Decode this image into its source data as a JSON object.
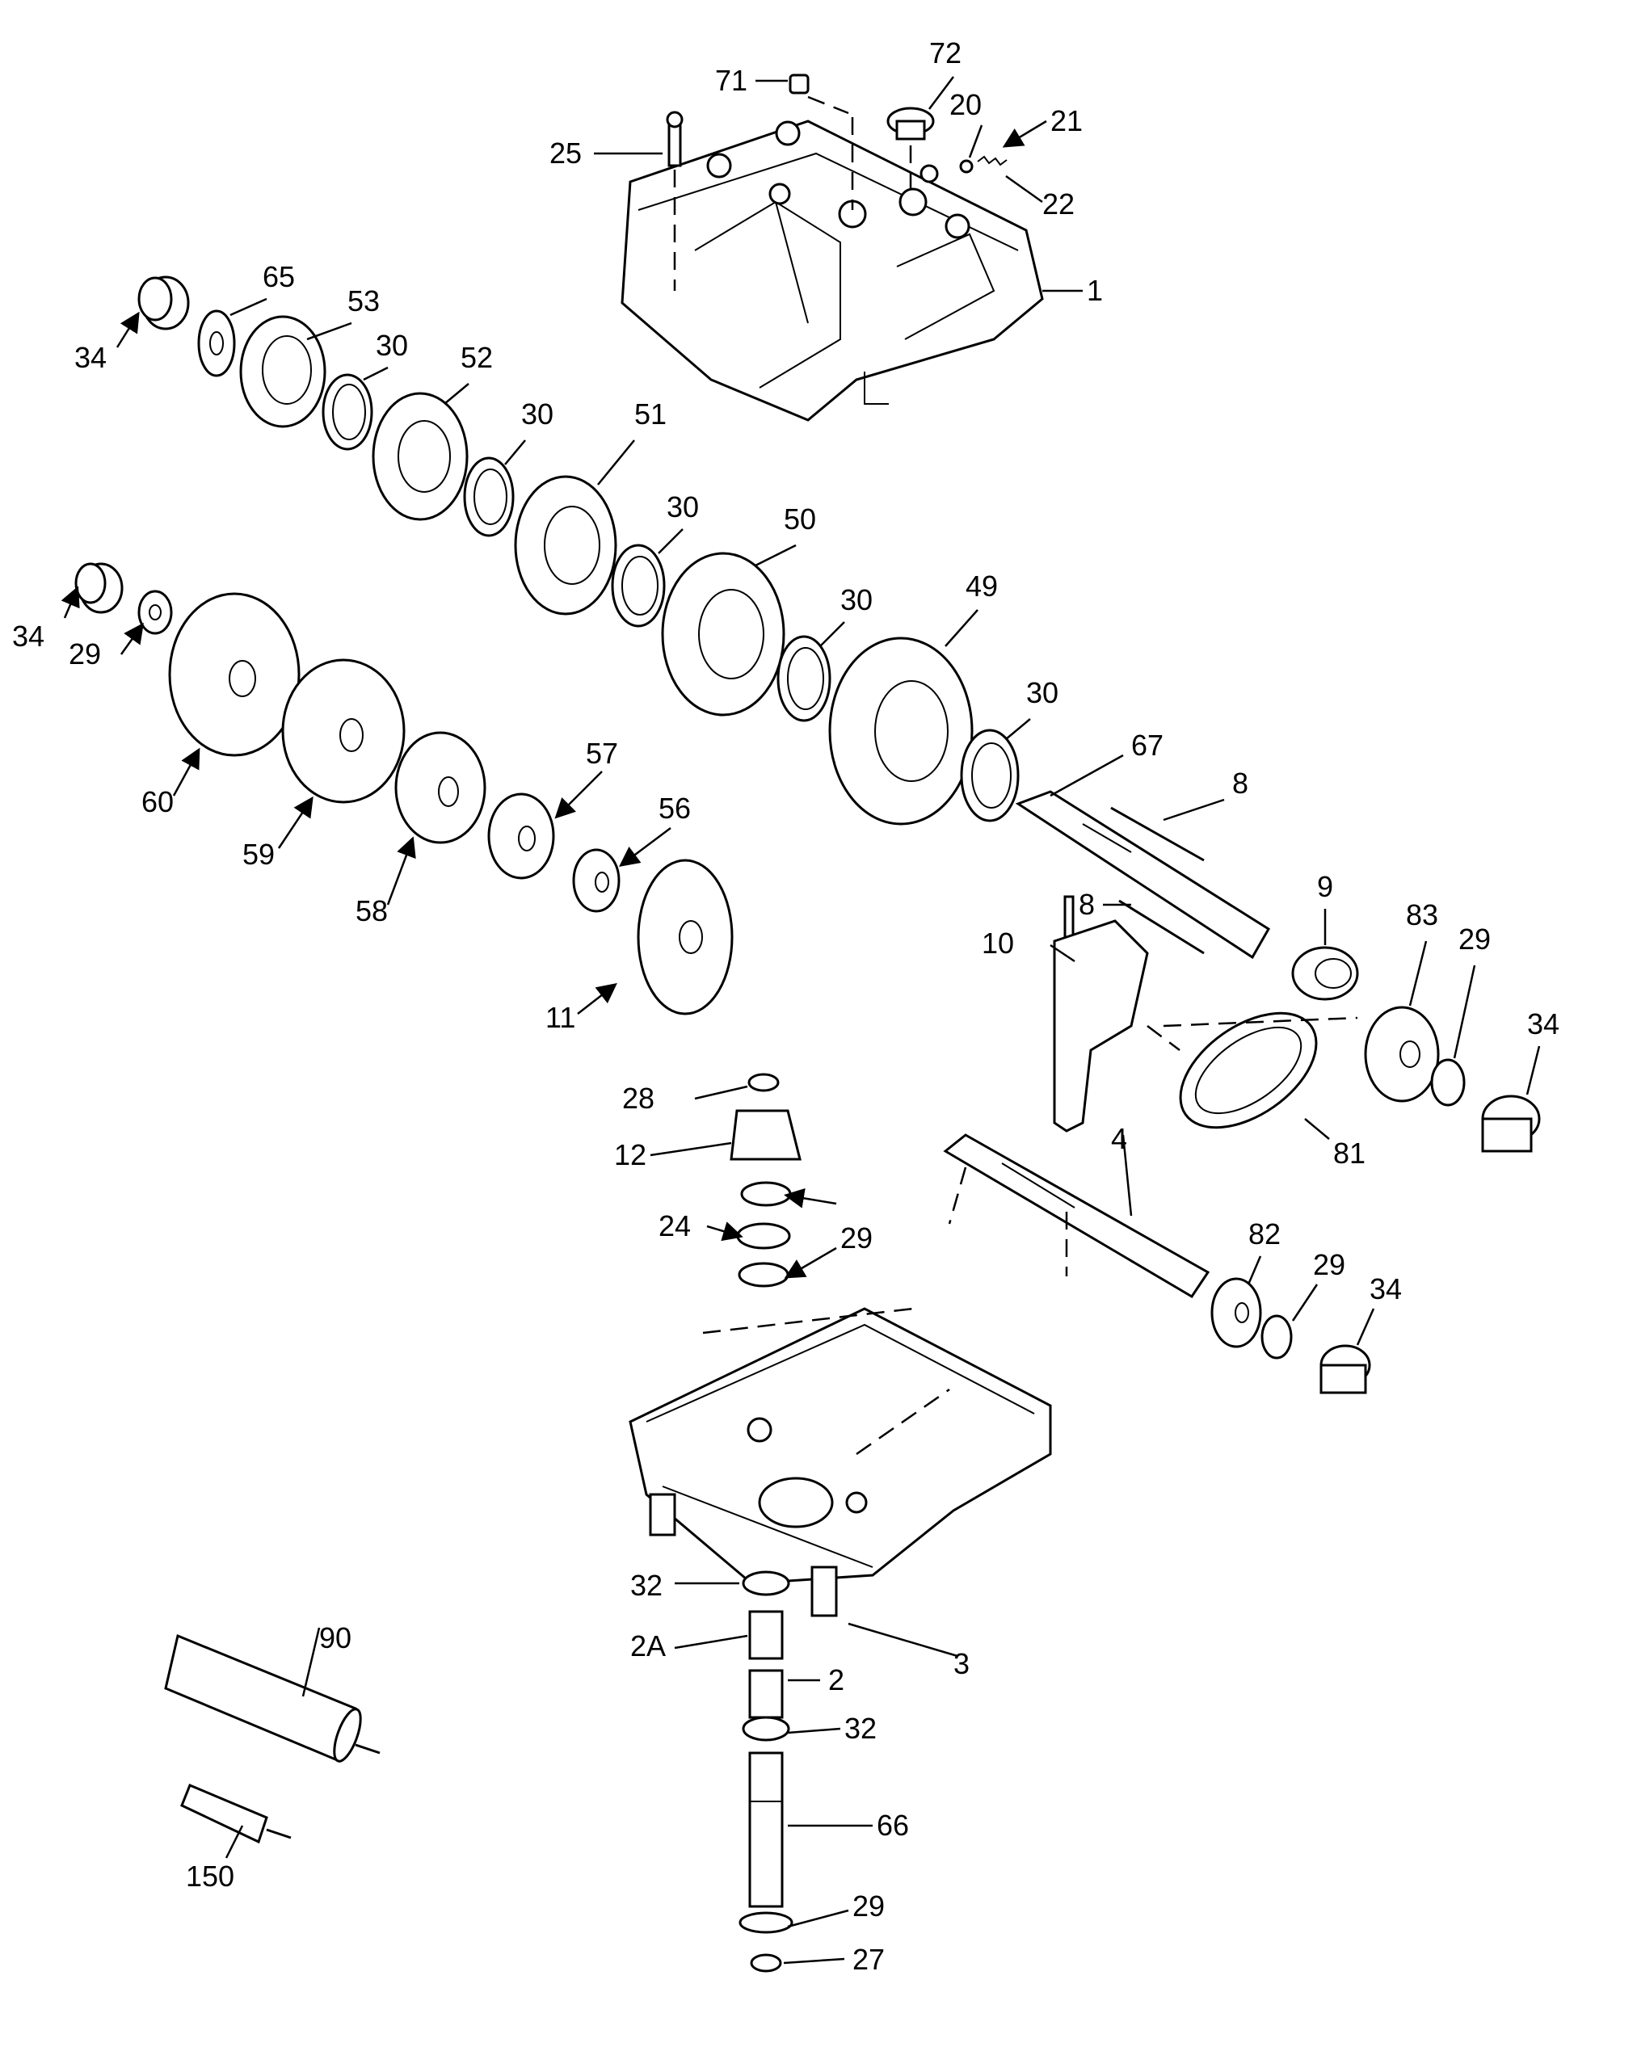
{
  "labels": {
    "l1": "1",
    "l2": "2",
    "l2a": "2A",
    "l3": "3",
    "l4": "4",
    "l8a": "8",
    "l8b": "8",
    "l9": "9",
    "l10": "10",
    "l11": "11",
    "l12": "12",
    "l20": "20",
    "l21": "21",
    "l22": "22",
    "l24": "24",
    "l25": "25",
    "l27": "27",
    "l28": "28",
    "l29a": "29",
    "l29b": "29",
    "l29c": "29",
    "l29d": "29",
    "l29e": "29",
    "l30a": "30",
    "l30b": "30",
    "l30c": "30",
    "l30d": "30",
    "l30e": "30",
    "l32a": "32",
    "l32b": "32",
    "l34a": "34",
    "l34b": "34",
    "l34c": "34",
    "l34d": "34",
    "l49": "49",
    "l50": "50",
    "l51": "51",
    "l52": "52",
    "l53": "53",
    "l56": "56",
    "l57": "57",
    "l58": "58",
    "l59": "59",
    "l60": "60",
    "l65": "65",
    "l66": "66",
    "l67": "67",
    "l71": "71",
    "l72": "72",
    "l81": "81",
    "l82": "82",
    "l83": "83",
    "l90": "90",
    "l150": "150"
  }
}
